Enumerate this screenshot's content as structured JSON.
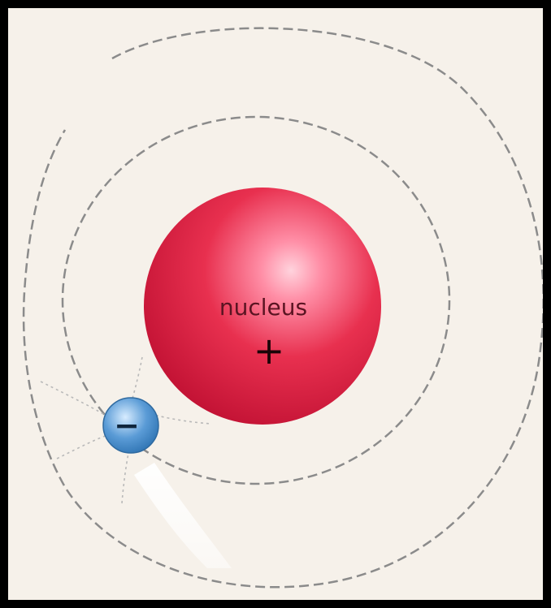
{
  "diagram": {
    "nucleus": {
      "label": "nucleus",
      "charge_symbol": "+",
      "color": "#e8304f",
      "highlight_color": "#ffd3dd"
    },
    "electron": {
      "charge_symbol": "−",
      "color": "#5a9bd6",
      "highlight_color": "#d7ecff"
    },
    "orbits": {
      "count": 2,
      "stroke_color": "#8b8b8b",
      "style": "dashed"
    },
    "background_color": "#f6f1ea",
    "frame_color": "#000000"
  }
}
